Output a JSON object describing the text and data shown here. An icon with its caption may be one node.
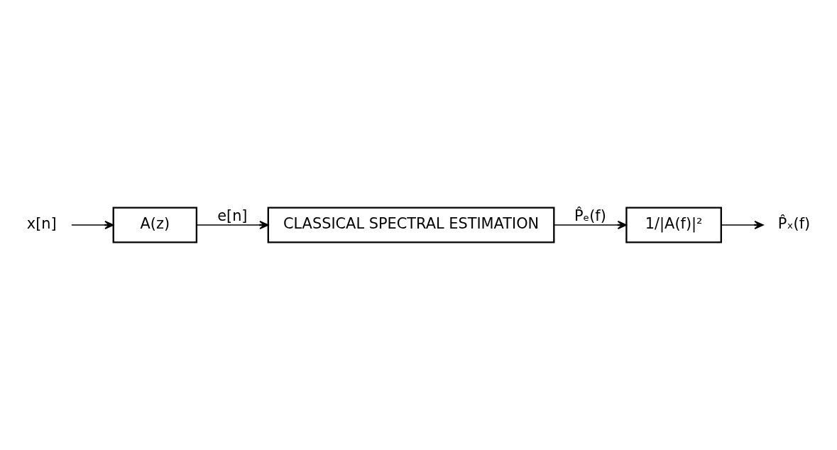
{
  "diagram": {
    "nodes": [
      {
        "text": [
          "x[n]"
        ]
      },
      {
        "text": [
          "A(z)"
        ]
      },
      {
        "text": [
          "CLASSICAL SPECTRAL ESTIMATION"
        ]
      },
      {
        "text": [
          "1/|A(f)|²"
        ]
      },
      {
        "text": [
          "P̂ₓ(f)"
        ]
      }
    ],
    "edges": [
      {
        "from": 0,
        "to": 1,
        "arrow": "to"
      },
      {
        "from": 1,
        "to": 2,
        "arrow": "to",
        "label": "e[n]"
      },
      {
        "from": 2,
        "to": 3,
        "arrow": "to",
        "label": "P̂ₑ(f)"
      },
      {
        "from": 3,
        "to": 4,
        "arrow": "to"
      }
    ]
  }
}
